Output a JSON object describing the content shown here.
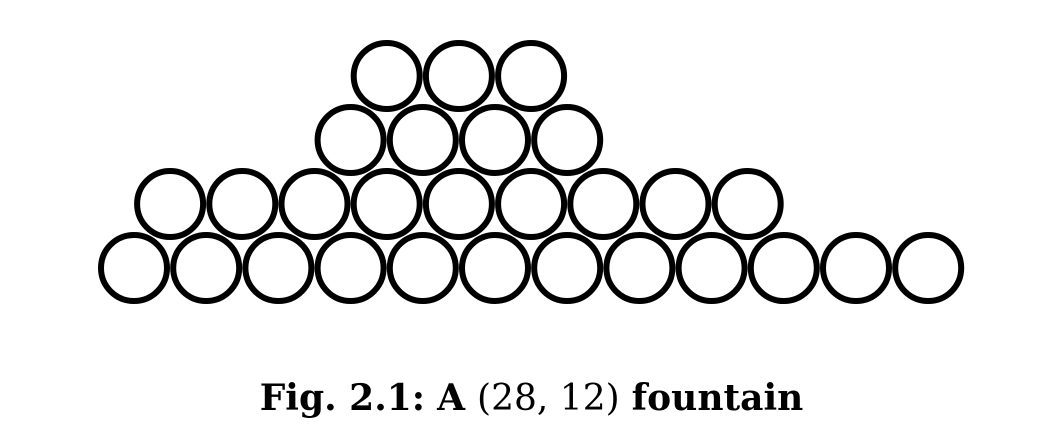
{
  "colors": {
    "stroke": "#000000",
    "fill": "#ffffff",
    "text": "#000000"
  },
  "caption": {
    "label": "Fig. 2.1:",
    "article": "A",
    "params": "(28, 12)",
    "noun": "fountain"
  },
  "fountain": {
    "rows": [
      {
        "count": 12,
        "offset": 0
      },
      {
        "count": 9,
        "offset": 0.5
      },
      {
        "count": 4,
        "offset": 3
      },
      {
        "count": 3,
        "offset": 3.5
      }
    ]
  }
}
